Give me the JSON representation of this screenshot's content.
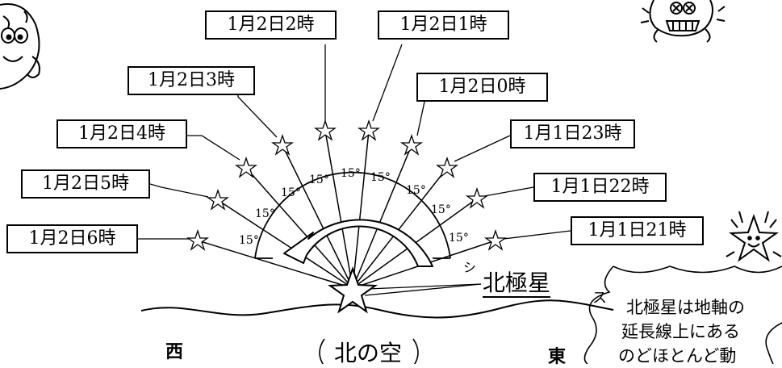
{
  "diagram": {
    "star_labels": [
      "1月1日21時",
      "1月1日22時",
      "1月1日23時",
      "1月2日0時",
      "1月2日1時",
      "1月2日2時",
      "1月2日3時",
      "1月2日4時",
      "1月2日5時",
      "1月2日6時"
    ],
    "angle_label": "15°",
    "polaris_label": "北極星",
    "small_kana": "シ",
    "bubble_mark": "ス",
    "direction_west": "西",
    "direction_east": "東",
    "sky_caption": "北の空",
    "speech_lines": [
      "北極星は地軸の",
      "延長線上にある",
      "のどほとんど動"
    ]
  }
}
